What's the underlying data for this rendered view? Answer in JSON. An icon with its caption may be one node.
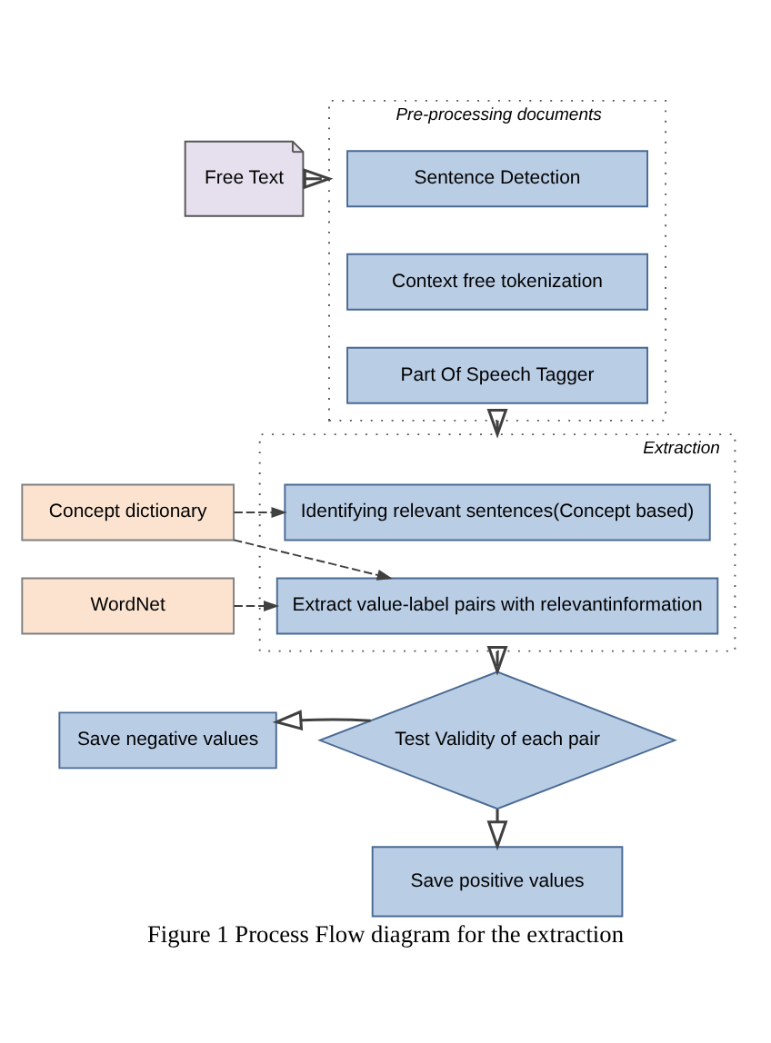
{
  "diagram": {
    "caption": "Figure 1 Process Flow diagram for the extraction",
    "nodes": [
      {
        "text": [
          "Free Text"
        ]
      },
      {
        "text": [
          "Pre-processing documents"
        ]
      },
      {
        "text": [
          "Sentence Detection"
        ],
        "in": 1
      },
      {
        "text": [
          "Context free tokenization"
        ],
        "in": 1
      },
      {
        "text": [
          "Part Of Speech Tagger"
        ],
        "in": 1
      },
      {
        "text": [
          "Extraction"
        ]
      },
      {
        "text": [
          "Identifying relevant sentences(Concept based)"
        ],
        "in": 5
      },
      {
        "text": [
          "Extract value-label pairs with relevantinformation"
        ],
        "in": 5
      },
      {
        "text": [
          "Concept dictionary"
        ]
      },
      {
        "text": [
          "WordNet"
        ]
      },
      {
        "text": [
          "Test Validity of each pair"
        ]
      },
      {
        "text": [
          "Save negative values"
        ]
      },
      {
        "text": [
          "Save positive values"
        ]
      }
    ],
    "edges": [
      {
        "from": 0,
        "to": 1,
        "arrow": "to"
      },
      {
        "from": 1,
        "to": 5,
        "arrow": "to"
      },
      {
        "from": 8,
        "to": 6,
        "arrow": "to",
        "style": "dashed"
      },
      {
        "from": 8,
        "to": 7,
        "arrow": "to",
        "style": "dashed"
      },
      {
        "from": 9,
        "to": 7,
        "arrow": "to",
        "style": "dashed"
      },
      {
        "from": 5,
        "to": 10,
        "arrow": "to"
      },
      {
        "from": 10,
        "to": 11,
        "arrow": "to"
      },
      {
        "from": 10,
        "to": 12,
        "arrow": "to"
      }
    ]
  }
}
